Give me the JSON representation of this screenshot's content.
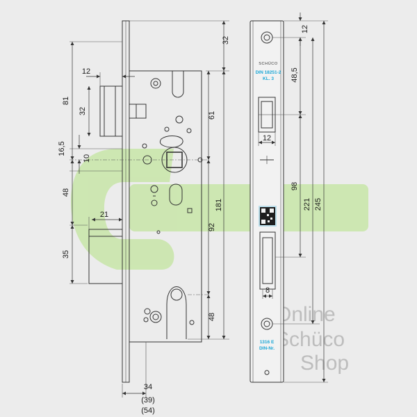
{
  "colors": {
    "background": "#ececec",
    "line": "#333333",
    "marking": "#19a6d6",
    "logo_green": "#c8e6a8",
    "watermark": "#bdbdbd"
  },
  "side_view": {
    "dims": {
      "d32_top": "32",
      "d81": "81",
      "d12_latch": "12",
      "d32_latch": "32",
      "d61": "61",
      "d16_5": "16,5",
      "d10": "10",
      "d48_left": "48",
      "d181": "181",
      "d21": "21",
      "d92": "92",
      "d35": "35",
      "d48_bottom": "48",
      "backset_34": "34",
      "backset_39": "(39)",
      "backset_54": "(54)"
    }
  },
  "faceplate": {
    "brand": "SCHÜCO",
    "standard": "DIN 18251-2",
    "class": "KL. 3",
    "code": "1316 E",
    "din_nr": "DIN-Nr.",
    "dims": {
      "d12_top": "12",
      "d48_5": "48,5",
      "d12_width": "12",
      "d98": "98",
      "d221": "221",
      "d245": "245",
      "d8": "8"
    }
  },
  "watermark": {
    "line1": "Online",
    "line2": "Schüco",
    "line3": "Shop"
  }
}
